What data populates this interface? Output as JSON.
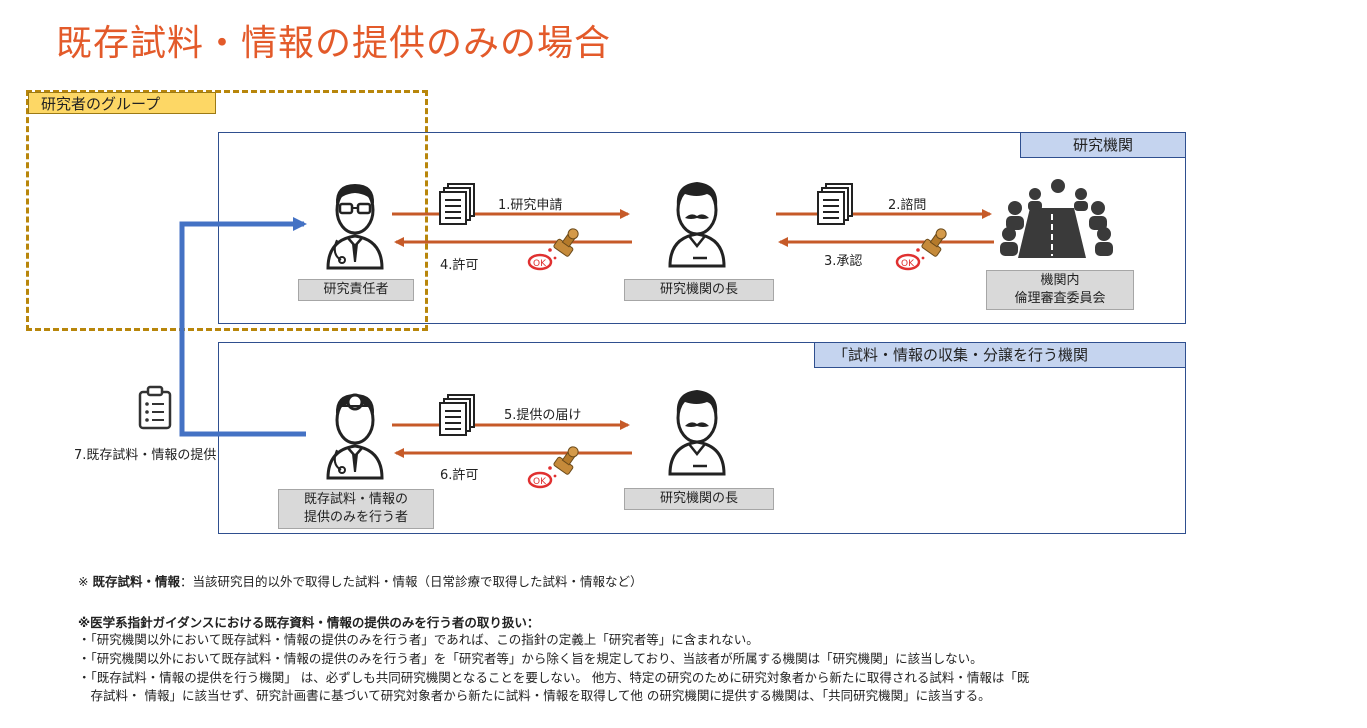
{
  "title": "既存試料・情報の提供のみの場合",
  "group_label": "研究者のグループ",
  "top_box": {
    "label": "研究機関",
    "researcher": "研究責任者",
    "head": "研究機関の長",
    "committee_line1": "機関内",
    "committee_line2": "倫理審査委員会",
    "step1": "1.研究申請",
    "step2": "2.諮問",
    "step3": "3.承認",
    "step4": "4.許可"
  },
  "bottom_box": {
    "label": "「試料・情報の収集・分譲を行う機関",
    "provider_line1": "既存試料・情報の",
    "provider_line2": "提供のみを行う者",
    "head": "研究機関の長",
    "step5": "5.提供の届け",
    "step6": "6.許可"
  },
  "step7": "7.既存試料・情報の提供",
  "notes": {
    "definition_prefix": "※ ",
    "definition_term": "既存試料・情報",
    "definition_text": "：当該研究目的以外で取得した試料・情報（日常診療で取得した試料・情報など）",
    "guideline_heading": "※医学系指針ガイダンスにおける既存資料・情報の提供のみを行う者の取り扱い：",
    "bullets": [
      "・「研究機関以外において既存試料・情報の提供のみを行う者」であれば、この指針の定義上「研究者等」に含まれない。",
      "・「研究機関以外において既存試料・情報の提供のみを行う者」を「研究者等」から除く旨を規定しており、当該者が所属する機関は「研究機関」に該当しない。",
      "・「既存試料・情報の提供を行う機関」 は、必ずしも共同研究機関となることを要しない。 他方、特定の研究のために研究対象者から新たに取得される試料・情報は「既",
      "　存試料・ 情報」に該当せず、研究計画書に基づいて研究対象者から新たに試料・情報を取得して他 の研究機関に提供する機関は、「共同研究機関」に該当する。"
    ]
  },
  "colors": {
    "title": "#e35a2a",
    "arrow": "#c65a28",
    "flow": "#4472c4",
    "group": "#b8860b",
    "box": "#2f4f8f"
  },
  "icons": [
    "doctor-icon",
    "man-head-icon",
    "committee-icon",
    "document-stack-icon",
    "stamp-icon",
    "clipboard-icon"
  ]
}
